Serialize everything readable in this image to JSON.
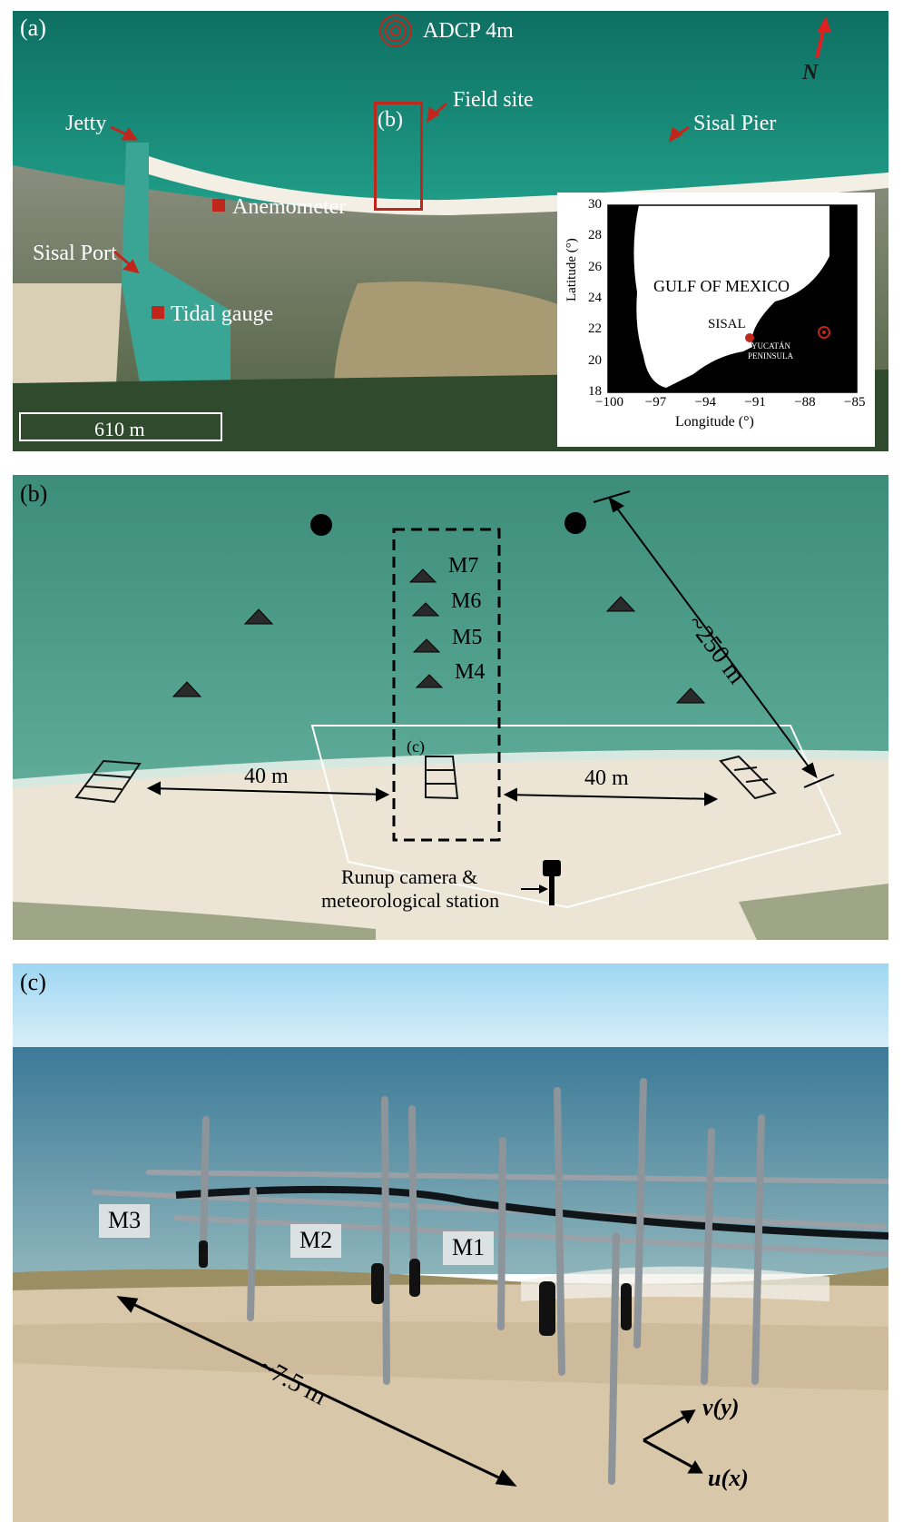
{
  "panel_a": {
    "letter": "(a)",
    "adcp_label": "ADCP 4m",
    "field_site_label": "Field site",
    "field_box_letter": "(b)",
    "jetty_label": "Jetty",
    "sisal_pier_label": "Sisal Pier",
    "anemometer_label": "Anemometer",
    "sisal_port_label": "Sisal Port",
    "tidal_gauge_label": "Tidal gauge",
    "scale_label": "610 m",
    "north_label": "N",
    "inset": {
      "gulf_label": "GULF OF MEXICO",
      "sisal_label": "SISAL",
      "adcp_label": "ADCP",
      "peninsula_line1": "YUCATÁN",
      "peninsula_line2": "PENINSULA",
      "ylabel": "Latitude (°)",
      "xlabel": "Longitude (°)",
      "yticks": [
        "30",
        "28",
        "26",
        "24",
        "22",
        "20",
        "18"
      ],
      "xticks": [
        "−100",
        "−97",
        "−94",
        "−91",
        "−88",
        "−85"
      ]
    },
    "colors": {
      "marker_red": "#c0261c",
      "water": "#1f9a86",
      "sand": "#e8e2d2",
      "veg": "#3f5a35"
    }
  },
  "panel_b": {
    "letter": "(b)",
    "frames": [
      "M7",
      "M6",
      "M5",
      "M4"
    ],
    "distance_250": "~250 m",
    "distance_left": "40 m",
    "distance_right": "40 m",
    "sub_letter": "(c)",
    "camera_line1": "Runup camera &",
    "camera_line2": "meteorological station"
  },
  "panel_c": {
    "letter": "(c)",
    "frames": [
      "M3",
      "M2",
      "M1"
    ],
    "distance": "~7.5 m",
    "axis_v": "v(y)",
    "axis_u": "u(x)"
  }
}
